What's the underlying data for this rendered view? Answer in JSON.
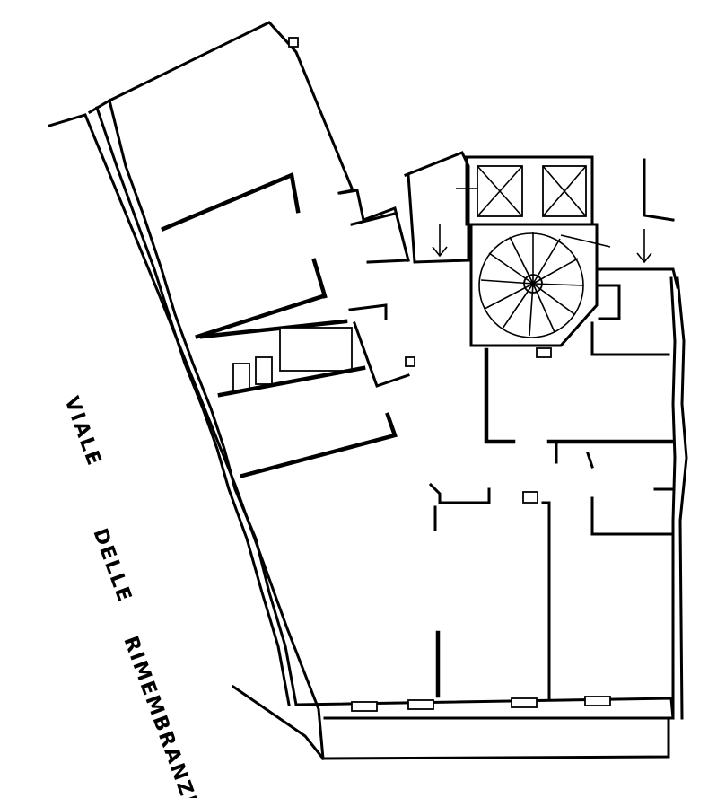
{
  "street": {
    "word1": "VIALE",
    "word2": "DELLE",
    "word3": "RIMEMBRANZE"
  },
  "colors": {
    "ink": "#000000",
    "paper": "#ffffff"
  }
}
